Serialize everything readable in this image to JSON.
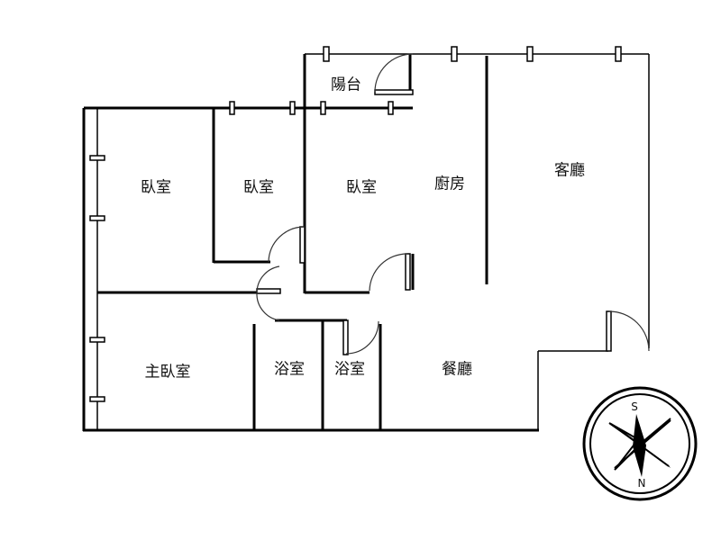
{
  "rooms": {
    "balcony": "陽台",
    "bedroom1": "臥室",
    "bedroom2": "臥室",
    "bedroom3": "臥室",
    "kitchen": "廚房",
    "living_room": "客廳",
    "master_bedroom": "主臥室",
    "bathroom1": "浴室",
    "bathroom2": "浴室",
    "dining_room": "餐廳"
  },
  "compass": {
    "top": "S",
    "bottom": "N"
  }
}
